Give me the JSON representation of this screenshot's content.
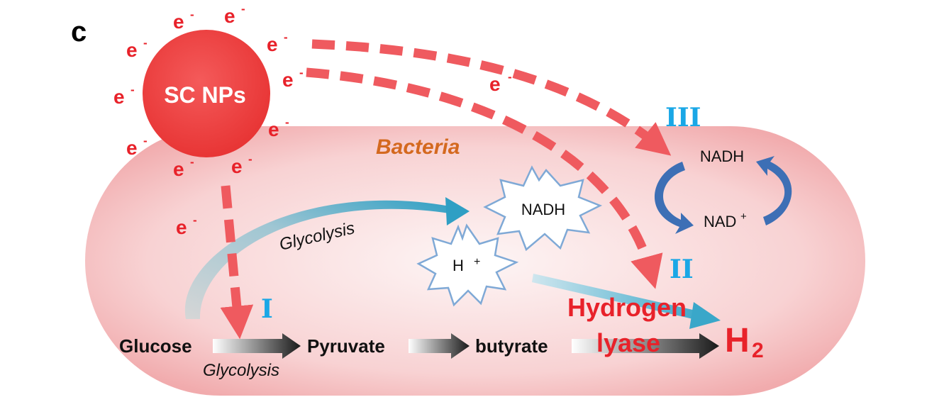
{
  "panel_label": "c",
  "nanoparticle": {
    "label": "SC NPs"
  },
  "electron": {
    "symbol": "e",
    "charge": "-"
  },
  "bacteria_label": "Bacteria",
  "glycolysis_top": "Glycolysis",
  "glycolysis_bottom": "Glycolysis",
  "pathway": {
    "glucose": "Glucose",
    "pyruvate": "Pyruvate",
    "butyrate": "butyrate"
  },
  "nadh_star": "NADH",
  "h_star": {
    "symbol": "H",
    "charge": "+"
  },
  "cycle": {
    "nadh": "NADH",
    "nad": "NAD",
    "nad_charge": "+"
  },
  "routes": {
    "one": "I",
    "two": "II",
    "three": "III"
  },
  "enzyme": {
    "line1": "Hydrogen",
    "line2": "lyase"
  },
  "product": {
    "symbol": "H",
    "subscript": "2"
  },
  "colors": {
    "electron_red": "#e8222a",
    "dashed_arrow": "#ef5a5f",
    "roman_blue": "#1aa7e6",
    "cycle_blue": "#3d6fb5",
    "bacteria_orange": "#d4691f"
  }
}
